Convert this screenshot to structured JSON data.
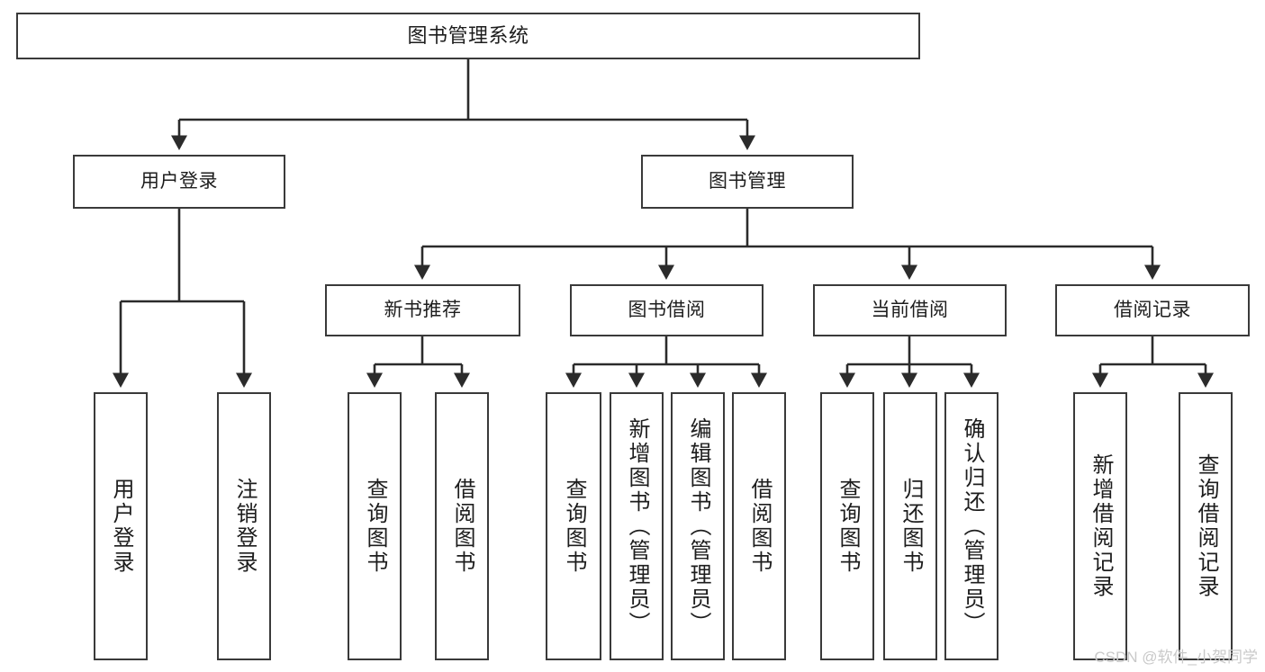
{
  "diagram": {
    "title": "图书管理系统",
    "type": "tree-hierarchy-diagram",
    "colors": {
      "box_border": "#3a3a3a",
      "box_fill": "#ffffff",
      "line": "#2b2b2b",
      "text": "#1d1d1d",
      "watermark": "#c9c9c9",
      "background": "#ffffff"
    },
    "root": {
      "label": "图书管理系统"
    },
    "level2": [
      {
        "label": "用户登录"
      },
      {
        "label": "图书管理"
      }
    ],
    "level3": [
      {
        "label": "新书推荐"
      },
      {
        "label": "图书借阅"
      },
      {
        "label": "当前借阅"
      },
      {
        "label": "借阅记录"
      }
    ],
    "leaves": {
      "user_login": [
        {
          "label": "用户登录"
        },
        {
          "label": "注销登录"
        }
      ],
      "new_book_recommend": [
        {
          "label": "查询图书"
        },
        {
          "label": "借阅图书"
        }
      ],
      "book_borrow": [
        {
          "label": "查询图书"
        },
        {
          "label": "新增图书（管理员）"
        },
        {
          "label": "编辑图书（管理员）"
        },
        {
          "label": "借阅图书"
        }
      ],
      "current_borrow": [
        {
          "label": "查询图书"
        },
        {
          "label": "归还图书"
        },
        {
          "label": "确认归还（管理员）"
        }
      ],
      "borrow_record": [
        {
          "label": "新增借阅记录"
        },
        {
          "label": "查询借阅记录"
        }
      ]
    }
  },
  "watermark": {
    "text": "CSDN @软件_小贺同学"
  }
}
